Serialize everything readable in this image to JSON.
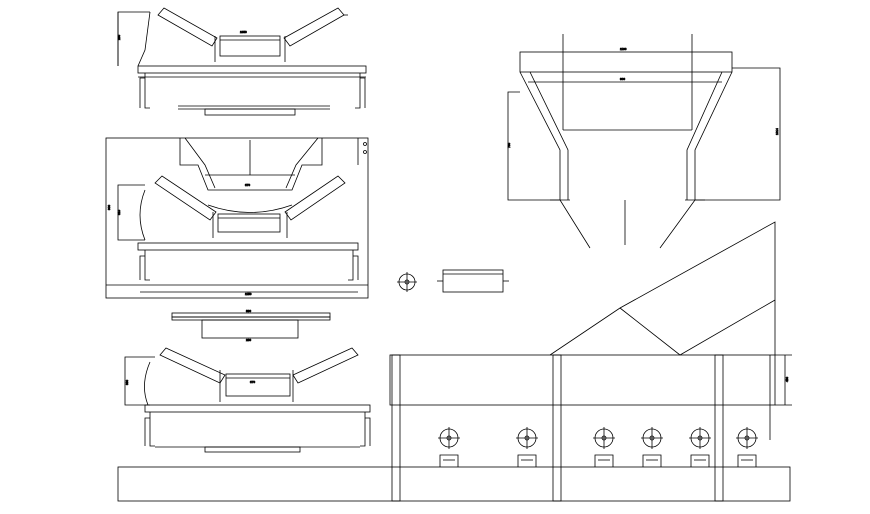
{
  "drawing": {
    "background": "#ffffff",
    "line_color": "#000000",
    "dimensions": {
      "top_idler_height": "260",
      "top_idler_width": "1650",
      "mid_frame_height": "900",
      "mid_idler_height": "310",
      "mid_idler_center": "370",
      "mid_frame_width": "1150",
      "plate_length": "890",
      "plate_width": "280",
      "bottom_idler_height": "360",
      "bottom_idler_center": "370",
      "hopper_top_width": "1100",
      "hopper_inner_width": "900",
      "hopper_height": "1014",
      "hopper_side": "760",
      "chute_height": "480"
    }
  }
}
